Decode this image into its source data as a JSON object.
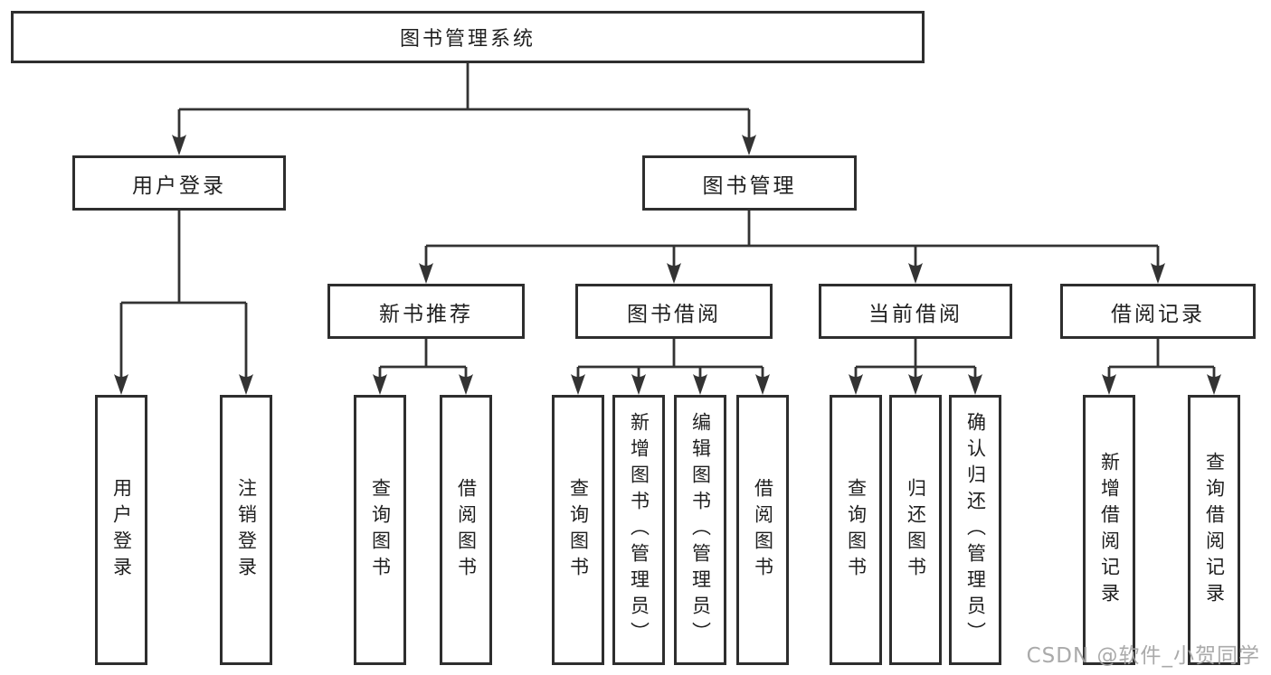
{
  "tree": {
    "root": "图书管理系统",
    "children": [
      {
        "label": "用户登录",
        "children": [
          "用户登录",
          "注销登录"
        ]
      },
      {
        "label": "图书管理",
        "children": [
          {
            "label": "新书推荐",
            "children": [
              "查询图书",
              "借阅图书"
            ]
          },
          {
            "label": "图书借阅",
            "children": [
              "查询图书",
              "新增图书（管理员）",
              "编辑图书（管理员）",
              "借阅图书"
            ]
          },
          {
            "label": "当前借阅",
            "children": [
              "查询图书",
              "归还图书",
              "确认归还（管理员）"
            ]
          },
          {
            "label": "借阅记录",
            "children": [
              "新增借阅记录",
              "查询借阅记录"
            ]
          }
        ]
      }
    ]
  },
  "watermark": {
    "text": "CSDN @软件_小贺同学"
  },
  "colors": {
    "line": "#333333",
    "box_border": "#2e2e2e",
    "text": "#1f1f1f",
    "watermark": "#a3a3a3",
    "background": "#ffffff"
  }
}
